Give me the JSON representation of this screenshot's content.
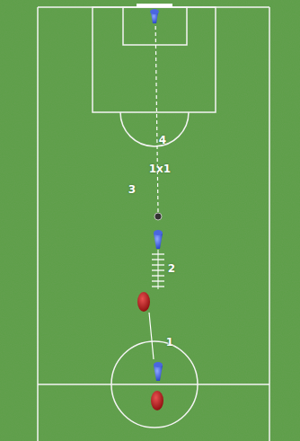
{
  "diagram": {
    "labels": [
      "4",
      "1x1",
      "3",
      "2",
      "1"
    ]
  }
}
